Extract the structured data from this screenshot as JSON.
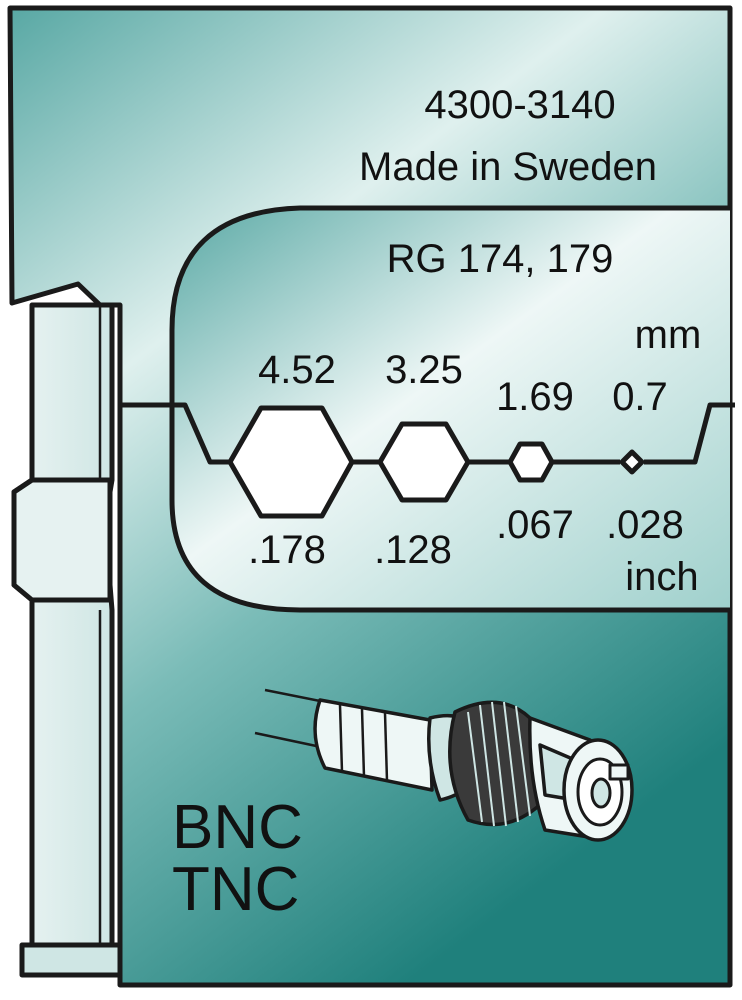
{
  "header": {
    "part_number": "4300-3140",
    "origin": "Made in Sweden"
  },
  "die": {
    "cable_types": "RG 174, 179",
    "unit_metric": "mm",
    "unit_imperial": "inch",
    "cavities": [
      {
        "mm": "4.52",
        "inch": ".178"
      },
      {
        "mm": "3.25",
        "inch": ".128"
      },
      {
        "mm": "1.69",
        "inch": ".067"
      },
      {
        "mm": "0.7",
        "inch": ".028"
      }
    ]
  },
  "connector": {
    "types": [
      "BNC",
      "TNC"
    ]
  },
  "colors": {
    "panel_light": "#eef7f6",
    "panel_mid": "#6fb6b2",
    "panel_dark": "#1f807c",
    "outline": "#1a1a1a"
  }
}
